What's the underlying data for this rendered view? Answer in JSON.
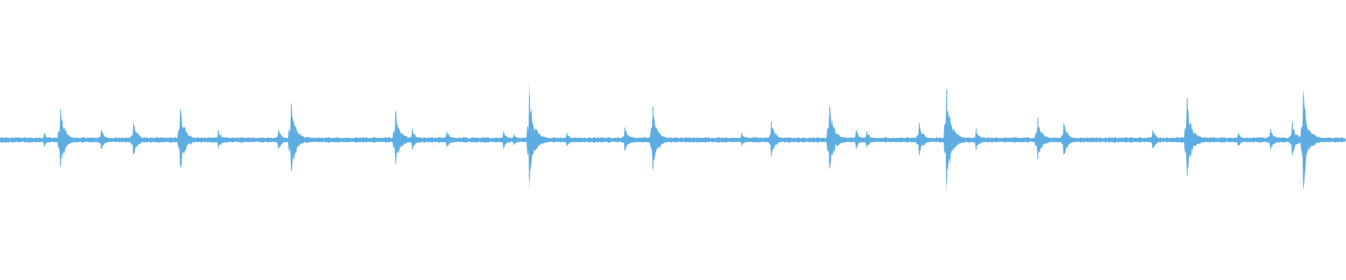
{
  "waveform": {
    "color": "#5dade2",
    "background": "#ffffff",
    "channels": 1,
    "view": "full-track-overview",
    "transients": [
      {
        "t": 0.033,
        "amp": 0.05
      },
      {
        "t": 0.045,
        "amp": 0.22
      },
      {
        "t": 0.075,
        "amp": 0.07
      },
      {
        "t": 0.099,
        "amp": 0.12
      },
      {
        "t": 0.134,
        "amp": 0.22
      },
      {
        "t": 0.162,
        "amp": 0.07
      },
      {
        "t": 0.207,
        "amp": 0.07
      },
      {
        "t": 0.216,
        "amp": 0.26
      },
      {
        "t": 0.294,
        "amp": 0.2
      },
      {
        "t": 0.306,
        "amp": 0.08
      },
      {
        "t": 0.332,
        "amp": 0.06
      },
      {
        "t": 0.374,
        "amp": 0.06
      },
      {
        "t": 0.382,
        "amp": 0.04
      },
      {
        "t": 0.393,
        "amp": 0.32
      },
      {
        "t": 0.421,
        "amp": 0.05
      },
      {
        "t": 0.464,
        "amp": 0.09
      },
      {
        "t": 0.485,
        "amp": 0.24
      },
      {
        "t": 0.551,
        "amp": 0.05
      },
      {
        "t": 0.573,
        "amp": 0.13
      },
      {
        "t": 0.616,
        "amp": 0.24
      },
      {
        "t": 0.636,
        "amp": 0.07
      },
      {
        "t": 0.644,
        "amp": 0.06
      },
      {
        "t": 0.683,
        "amp": 0.12
      },
      {
        "t": 0.703,
        "amp": 0.36
      },
      {
        "t": 0.725,
        "amp": 0.08
      },
      {
        "t": 0.771,
        "amp": 0.16
      },
      {
        "t": 0.79,
        "amp": 0.12
      },
      {
        "t": 0.856,
        "amp": 0.07
      },
      {
        "t": 0.882,
        "amp": 0.3
      },
      {
        "t": 0.92,
        "amp": 0.05
      },
      {
        "t": 0.944,
        "amp": 0.08
      },
      {
        "t": 0.96,
        "amp": 0.13
      },
      {
        "t": 0.968,
        "amp": 0.32
      }
    ]
  }
}
